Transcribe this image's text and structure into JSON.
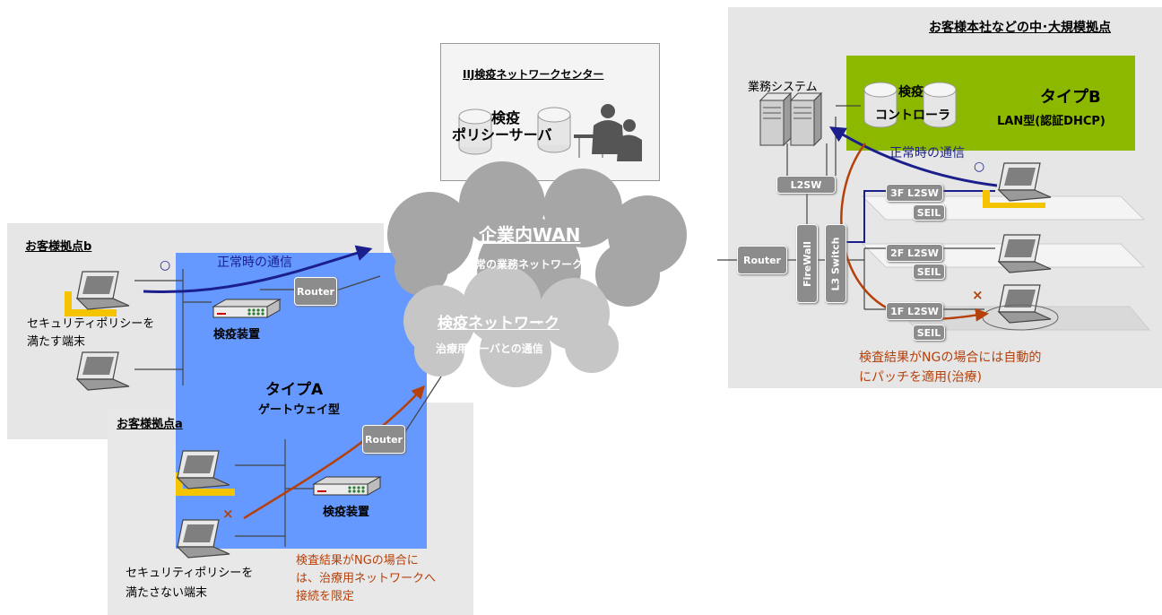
{
  "hq": {
    "title": "お客様本社などの中･大規模拠点",
    "system_label": "業務システム"
  },
  "center": {
    "title": "IIJ検疫ネットワークセンター",
    "server_line1": "検疫",
    "server_line2": "ポリシーサーバ"
  },
  "typeB": {
    "title": "タイプB",
    "subtitle": "LAN型(認証DHCP)",
    "controller_line1": "検疫",
    "controller_line2": "コントローラ"
  },
  "wan": {
    "title": "企業内WAN",
    "subtitle": "通常の業務ネットワーク"
  },
  "quarantine_net": {
    "title": "検疫ネットワーク",
    "subtitle": "治療用サーバとの通信"
  },
  "site_b": {
    "title": "お客様拠点b",
    "normal_comm": "正常時の通信",
    "circle": "○",
    "device": "検疫装置",
    "router": "Router",
    "ok_pc_line1": "セキュリティポリシーを",
    "ok_pc_line2": "満たす端末"
  },
  "typeA": {
    "title": "タイプA",
    "subtitle": "ゲートウェイ型"
  },
  "site_a": {
    "title": "お客様拠点a",
    "router": "Router",
    "device": "検疫装置",
    "ng_pc_line1": "セキュリティポリシーを",
    "ng_pc_line2": "満たさない端末",
    "cross": "×",
    "ng_note_line1": "検査結果がNGの場合に",
    "ng_note_line2": "は、治療用ネットワークへ",
    "ng_note_line3": "接続を限定"
  },
  "lan": {
    "router": "Router",
    "firewall": "FireWall",
    "l3switch": "L3 Switch",
    "l2sw": "L2SW",
    "f3": "3F L2SW",
    "f2": "2F L2SW",
    "f1": "1F L2SW",
    "seil": "SEIL",
    "normal_comm": "正常時の通信",
    "circle": "○",
    "cross": "×",
    "patch_line1": "検査結果がNGの場合には自動的",
    "patch_line2": "にパッチを適用(治療)"
  },
  "colors": {
    "panel": "#e6e6e6",
    "typeA": "#6699ff",
    "typeB": "#8cb800",
    "cloud": "#a6a6a6",
    "arrow_blue": "#1a1f8c",
    "arrow_red": "#b5400a",
    "highlight": "#f5c400"
  }
}
